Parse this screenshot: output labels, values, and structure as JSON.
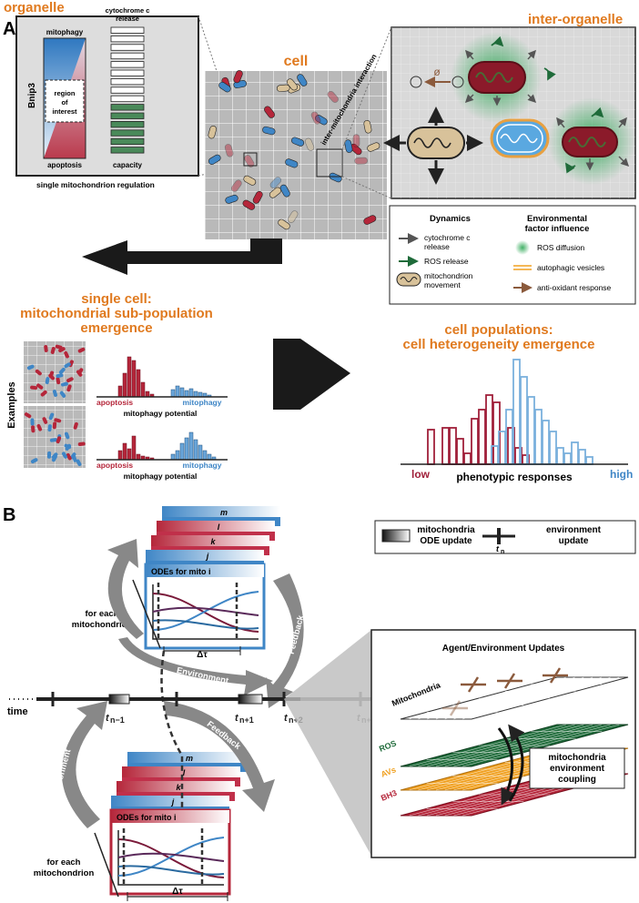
{
  "panel_a": {
    "label": "A",
    "organelle": {
      "title": "organelle",
      "mitophagy": "mitophagy",
      "cyto_release_1": "cytochrome c",
      "cyto_release_2": "release",
      "bnip3": "Bnip3",
      "roi_1": "region",
      "roi_2": "of",
      "roi_3": "interest",
      "apoptosis": "apoptosis",
      "capacity": "capacity",
      "regulation": "single mitochondrion regulation"
    },
    "cell": {
      "title": "cell",
      "interaction": "inter-mitochondria interaction"
    },
    "inter_organelle": {
      "title": "inter-organelle",
      "null_symbol": "ø"
    },
    "legend": {
      "dynamics_title": "Dynamics",
      "env_title_1": "Environmental",
      "env_title_2": "factor influence",
      "cyto_1": "cytochrome c",
      "cyto_2": "release",
      "ros_release": "ROS release",
      "movement_1": "mitochondrion",
      "movement_2": "movement",
      "ros_diffusion": "ROS diffusion",
      "autophagic": "autophagic vesicles",
      "antioxidant": "anti-oxidant response"
    },
    "single_cell": {
      "title_1": "single cell:",
      "title_2": "mitochondrial sub-population",
      "title_3": "emergence",
      "examples": "Examples",
      "apoptosis": "apoptosis",
      "mitophagy": "mitophagy",
      "potential": "mitophagy potential"
    },
    "populations": {
      "title_1": "cell populations:",
      "title_2": "cell heterogeneity emergence",
      "low": "low",
      "high": "high",
      "axis": "phenotypic responses"
    }
  },
  "panel_b": {
    "label": "B",
    "legend": {
      "ode_1": "mitochondria",
      "ode_2": "ODE update",
      "tn_t": "t",
      "tn_n": "n",
      "env_1": "environment",
      "env_2": "update"
    },
    "stack_letters": [
      "m",
      "l",
      "k",
      "j"
    ],
    "odes_label": "ODEs for mito i",
    "for_each_1": "for each",
    "for_each_2": "mitochondrion",
    "delta_tau": "Δτ",
    "environment": "Environment",
    "feedback": "Feedback",
    "time": "time",
    "ticks": [
      {
        "t": "t",
        "sub": "n−1"
      },
      {
        "t": "t",
        "sub": "n+1"
      },
      {
        "t": "t",
        "sub": "n+2"
      },
      {
        "t": "t",
        "sub": "n+3"
      }
    ],
    "updates": {
      "title": "Agent/Environment Updates",
      "mitochondria": "Mitochondria",
      "ros": "ROS",
      "avs": "AVs",
      "bh3": "BH3",
      "coupling_1": "mitochondria",
      "coupling_2": "environment",
      "coupling_3": "coupling"
    }
  },
  "colors": {
    "accent_orange": "#e07a1f",
    "mitophagy_blue": "#3f86c6",
    "apoptosis_red": "#b5263a",
    "ros_green": "#1f6b3a",
    "av_orange": "#f0a020"
  }
}
